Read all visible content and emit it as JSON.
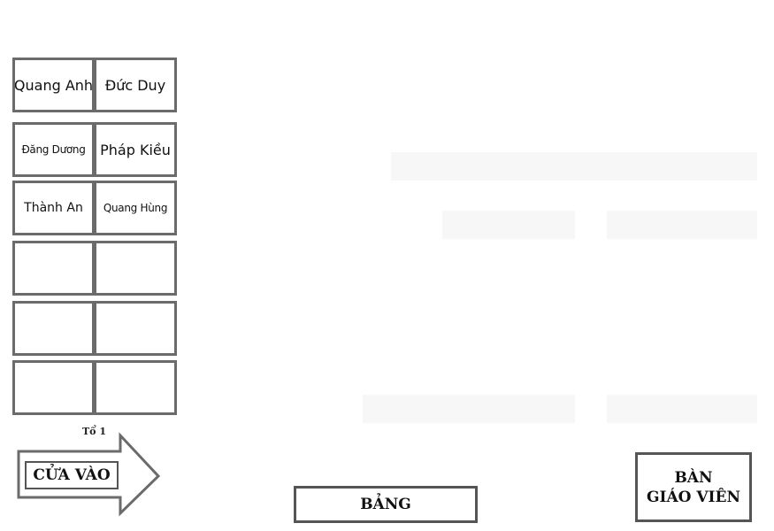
{
  "group_1": {
    "label": "Tổ 1",
    "rows": [
      {
        "left": "Quang Anh",
        "right": "Đức Duy"
      },
      {
        "left": "Đăng Dương",
        "right": "Pháp Kiều"
      },
      {
        "left": "Thành An",
        "right": "Quang Hùng"
      },
      {
        "left": "",
        "right": ""
      },
      {
        "left": "",
        "right": ""
      },
      {
        "left": "",
        "right": ""
      }
    ]
  },
  "entrance": {
    "label": "CỬA VÀO"
  },
  "board": {
    "label": "BẢNG"
  },
  "teacher_desk": {
    "line1": "BÀN",
    "line2": "GIÁO VIÊN"
  }
}
